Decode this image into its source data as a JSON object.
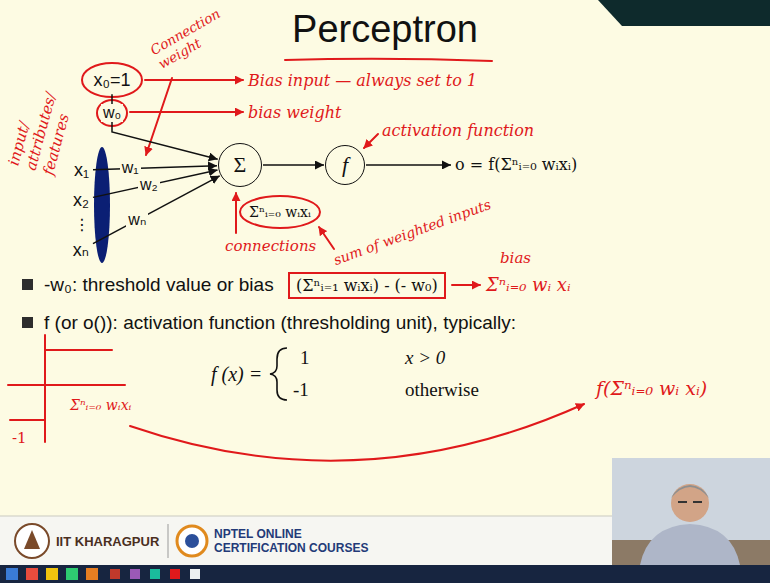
{
  "diagram": {
    "title": "Perceptron",
    "nodes": [
      {
        "text": [
          "x₀=1"
        ]
      },
      {
        "text": [
          "x₁"
        ]
      },
      {
        "text": [
          "x₂"
        ]
      },
      {
        "text": [
          "xₙ"
        ]
      },
      {
        "text": [
          "Σ"
        ]
      },
      {
        "text": [
          "f"
        ]
      },
      {
        "text": [
          "o = f(Σⁿᵢ₌₀ wᵢxᵢ)"
        ]
      }
    ],
    "edges": [
      {
        "from": 0,
        "to": 4,
        "arrow": "to",
        "label": "w₀"
      },
      {
        "from": 1,
        "to": 4,
        "arrow": "to",
        "label": "w₁"
      },
      {
        "from": 2,
        "to": 4,
        "arrow": "to",
        "label": "w₂"
      },
      {
        "from": 3,
        "to": 4,
        "arrow": "to",
        "label": "wₙ"
      },
      {
        "from": 4,
        "to": 5,
        "arrow": "to"
      },
      {
        "from": 5,
        "to": 6,
        "arrow": "to"
      }
    ],
    "labels": [
      "input/ attributes/ features",
      "Connection weight",
      "Bias input — always set to 1",
      "bias weight",
      "activation function",
      "⋮",
      "Σⁿᵢ₌₀ wᵢxᵢ",
      "connections",
      "sum of weighted inputs",
      "bias",
      "-w₀: threshold value or bias",
      "(Σⁿᵢ₌₁ wᵢxᵢ) - (- w₀)",
      "Σⁿᵢ₌₀ wᵢ xᵢ",
      "f (or o()): activation function (thresholding unit), typically:",
      "f (x) =",
      "1",
      "x > 0",
      "-1",
      "otherwise",
      "Σⁿᵢ₌₀ wᵢxᵢ",
      "-1",
      "f(Σⁿᵢ₌₀ wᵢ xᵢ)",
      "IIT KHARAGPUR",
      "NPTEL ONLINE CERTIFICATION COURSES"
    ]
  }
}
